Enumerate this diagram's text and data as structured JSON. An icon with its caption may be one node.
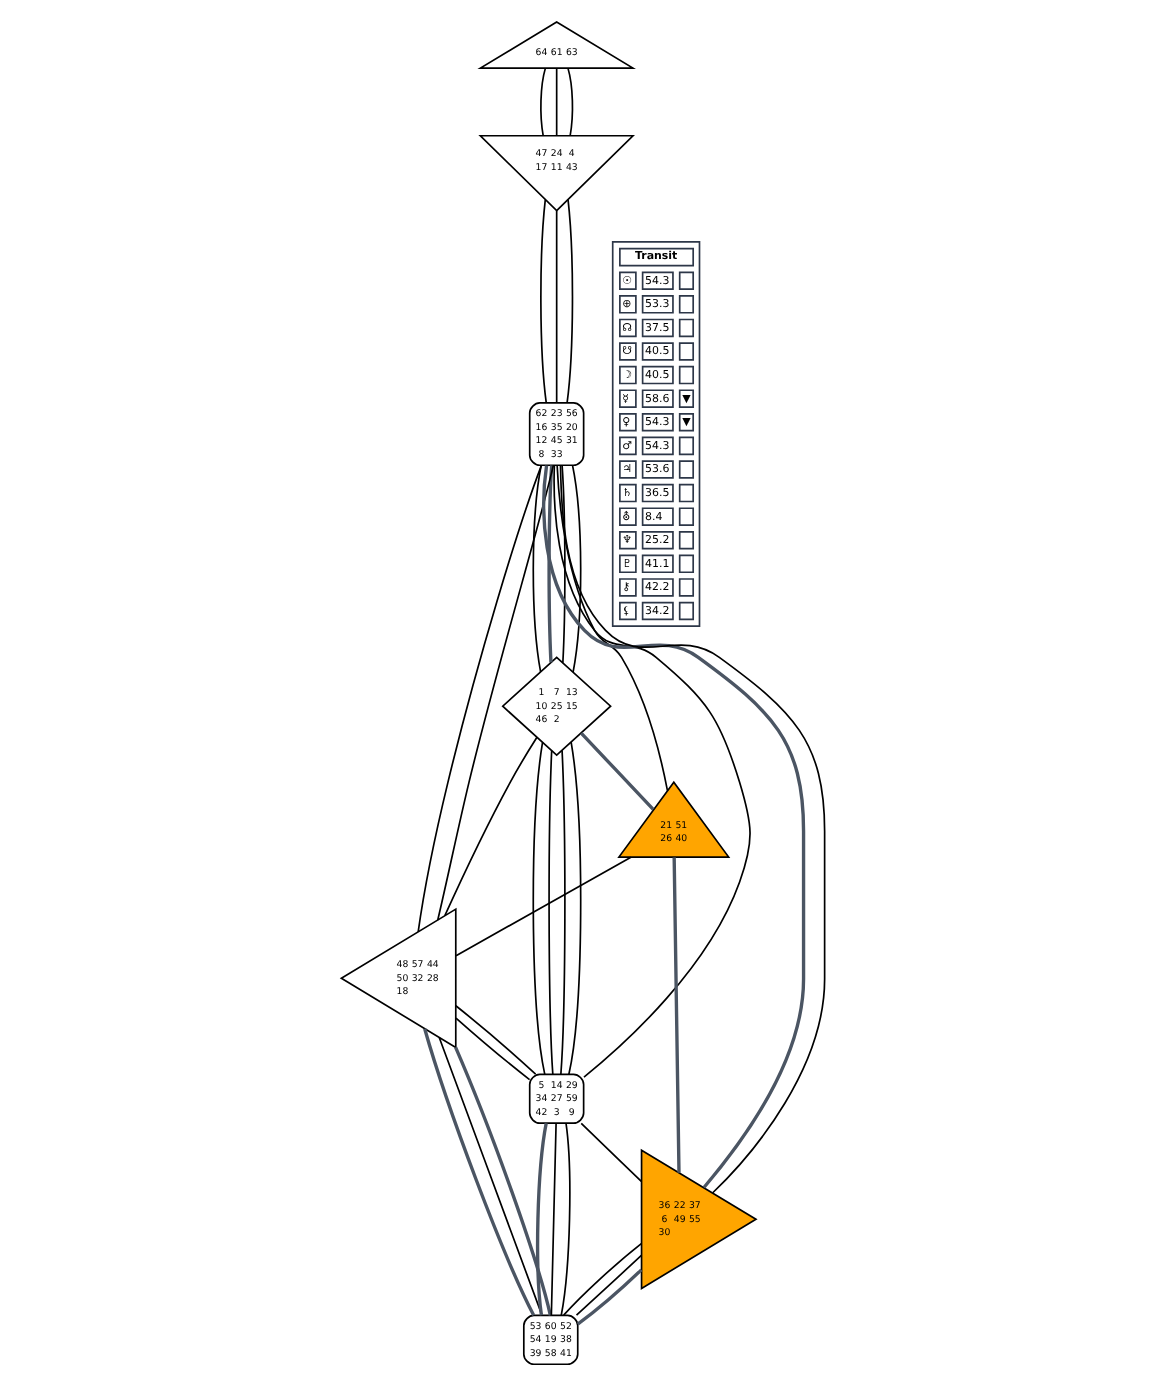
{
  "diagram": {
    "nodes": [
      {
        "text": [
          "64",
          "61",
          "63"
        ]
      },
      {
        "text": [
          "47",
          "24",
          "4",
          "17",
          "11",
          "43"
        ]
      },
      {
        "text": [
          "62",
          "23",
          "56",
          "16",
          "35",
          "20",
          "12",
          "45",
          "31",
          "8",
          "33"
        ]
      },
      {
        "text": [
          "1",
          "7",
          "13",
          "10",
          "25",
          "15",
          "46",
          "2"
        ]
      },
      {
        "text": [
          "21",
          "51",
          "26",
          "40"
        ]
      },
      {
        "text": [
          "48",
          "57",
          "44",
          "50",
          "32",
          "28",
          "18"
        ]
      },
      {
        "text": [
          "5",
          "14",
          "29",
          "34",
          "27",
          "59",
          "42",
          "3",
          "9"
        ]
      },
      {
        "text": [
          "36",
          "22",
          "37",
          "6",
          "49",
          "55",
          "30"
        ]
      },
      {
        "text": [
          "53",
          "60",
          "52",
          "54",
          "19",
          "38",
          "39",
          "58",
          "41"
        ]
      }
    ],
    "edges": [
      {
        "from": 0,
        "to": 1,
        "arrow": "none"
      },
      {
        "from": 0,
        "to": 1,
        "arrow": "none"
      },
      {
        "from": 0,
        "to": 1,
        "arrow": "none"
      },
      {
        "from": 1,
        "to": 2,
        "arrow": "none"
      },
      {
        "from": 1,
        "to": 2,
        "arrow": "none"
      },
      {
        "from": 1,
        "to": 2,
        "arrow": "none"
      },
      {
        "from": 2,
        "to": 3,
        "arrow": "none"
      },
      {
        "from": 2,
        "to": 3,
        "arrow": "none",
        "color": "#4b5563"
      },
      {
        "from": 2,
        "to": 3,
        "arrow": "none"
      },
      {
        "from": 2,
        "to": 3,
        "arrow": "none"
      },
      {
        "from": 2,
        "to": 5,
        "arrow": "none"
      },
      {
        "from": 2,
        "to": 5,
        "arrow": "none"
      },
      {
        "from": 2,
        "to": 6,
        "arrow": "none"
      },
      {
        "from": 2,
        "to": 4,
        "arrow": "none"
      },
      {
        "from": 2,
        "to": 7,
        "arrow": "none",
        "color": "#4b5563"
      },
      {
        "from": 2,
        "to": 7,
        "arrow": "none"
      },
      {
        "from": 3,
        "to": 4,
        "arrow": "none",
        "color": "#4b5563"
      },
      {
        "from": 3,
        "to": 6,
        "arrow": "none"
      },
      {
        "from": 3,
        "to": 6,
        "arrow": "none"
      },
      {
        "from": 3,
        "to": 6,
        "arrow": "none"
      },
      {
        "from": 3,
        "to": 6,
        "arrow": "none"
      },
      {
        "from": 3,
        "to": 5,
        "arrow": "none"
      },
      {
        "from": 4,
        "to": 5,
        "arrow": "none"
      },
      {
        "from": 4,
        "to": 7,
        "arrow": "none",
        "color": "#4b5563"
      },
      {
        "from": 5,
        "to": 6,
        "arrow": "none"
      },
      {
        "from": 5,
        "to": 6,
        "arrow": "none"
      },
      {
        "from": 5,
        "to": 8,
        "arrow": "none",
        "color": "#4b5563"
      },
      {
        "from": 5,
        "to": 8,
        "arrow": "none"
      },
      {
        "from": 5,
        "to": 8,
        "arrow": "none",
        "color": "#4b5563"
      },
      {
        "from": 6,
        "to": 8,
        "arrow": "none",
        "color": "#4b5563"
      },
      {
        "from": 6,
        "to": 8,
        "arrow": "none"
      },
      {
        "from": 6,
        "to": 8,
        "arrow": "none"
      },
      {
        "from": 6,
        "to": 7,
        "arrow": "none"
      },
      {
        "from": 7,
        "to": 8,
        "arrow": "none"
      },
      {
        "from": 7,
        "to": 8,
        "arrow": "none"
      },
      {
        "from": 7,
        "to": 8,
        "arrow": "none",
        "color": "#4b5563"
      }
    ],
    "labels": [
      "Transit",
      "☉",
      "54.3",
      "⊕",
      "53.3",
      "☊",
      "37.5",
      "☋",
      "40.5",
      "☽",
      "40.5",
      "☿",
      "58.6",
      "▼",
      "♀",
      "54.3",
      "▼",
      "♂",
      "54.3",
      "♃",
      "53.6",
      "♄",
      "36.5",
      "⛢",
      "8.4",
      "♆",
      "25.2",
      "♇",
      "41.1",
      "⚷",
      "42.2",
      "⚸",
      "34.2"
    ]
  }
}
